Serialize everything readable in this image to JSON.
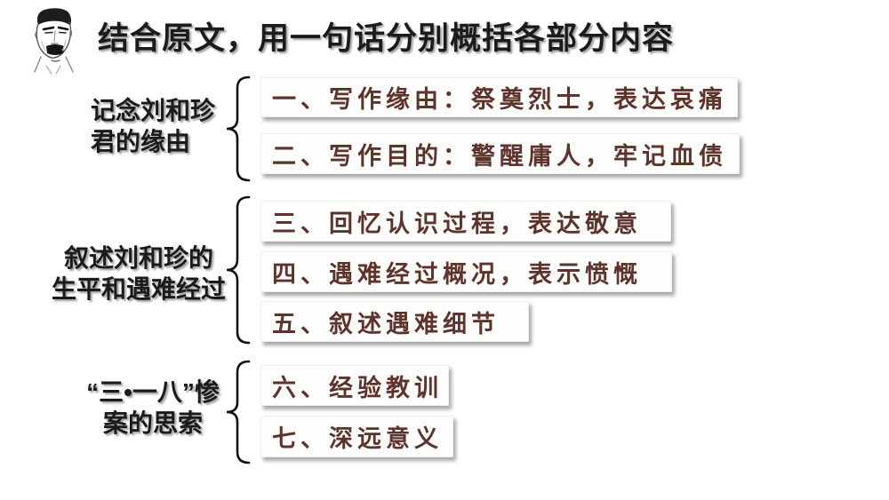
{
  "slide": {
    "title": "结合原文，用一句话分别概括各部分内容",
    "portrait_icon": "lu-xun-ink-portrait-icon"
  },
  "colors": {
    "item_text": "#5e332c",
    "heading_text": "#1b1b1b",
    "box_background": "#fdfdfc",
    "box_shadow": "#8a8a8a",
    "bracket": "#111111",
    "background": "#ffffff"
  },
  "groups": [
    {
      "label_line1": "记念刘和珍",
      "label_line2": "君的缘由",
      "items": [
        "一、写作缘由：祭奠烈士，表达哀痛",
        "二、写作目的：警醒庸人，牢记血债"
      ]
    },
    {
      "label_line1": "叙述刘和珍的",
      "label_line2": "生平和遇难经过",
      "items": [
        "三、回忆认识过程，表达敬意",
        "四、遇难经过概况，表示愤慨",
        "五、叙述遇难细节"
      ]
    },
    {
      "label_line1": "“三•一八”惨",
      "label_line2": "案的思索",
      "items": [
        "六、经验教训",
        "七、深远意义"
      ]
    }
  ]
}
